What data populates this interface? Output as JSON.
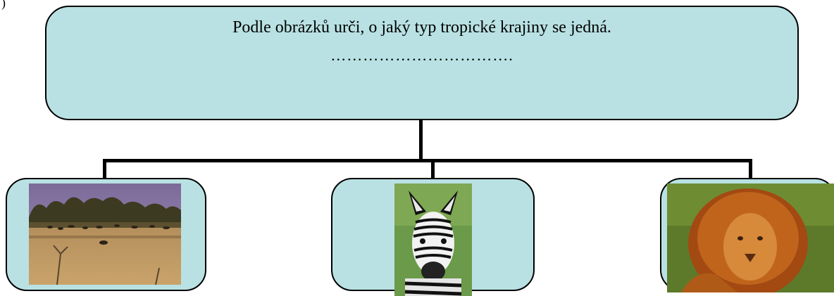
{
  "corner_mark": ")",
  "main_box": {
    "prompt": "Podle obrázků urči, o jaký typ tropické krajiny se jedná.",
    "answer_blank": "……………………………."
  },
  "photos": [
    {
      "icon": "savanna-landscape-photo"
    },
    {
      "icon": "zebra-photo"
    },
    {
      "icon": "lion-photo"
    }
  ],
  "colors": {
    "box_fill": "#b9e1e3",
    "connector": "#000000"
  }
}
